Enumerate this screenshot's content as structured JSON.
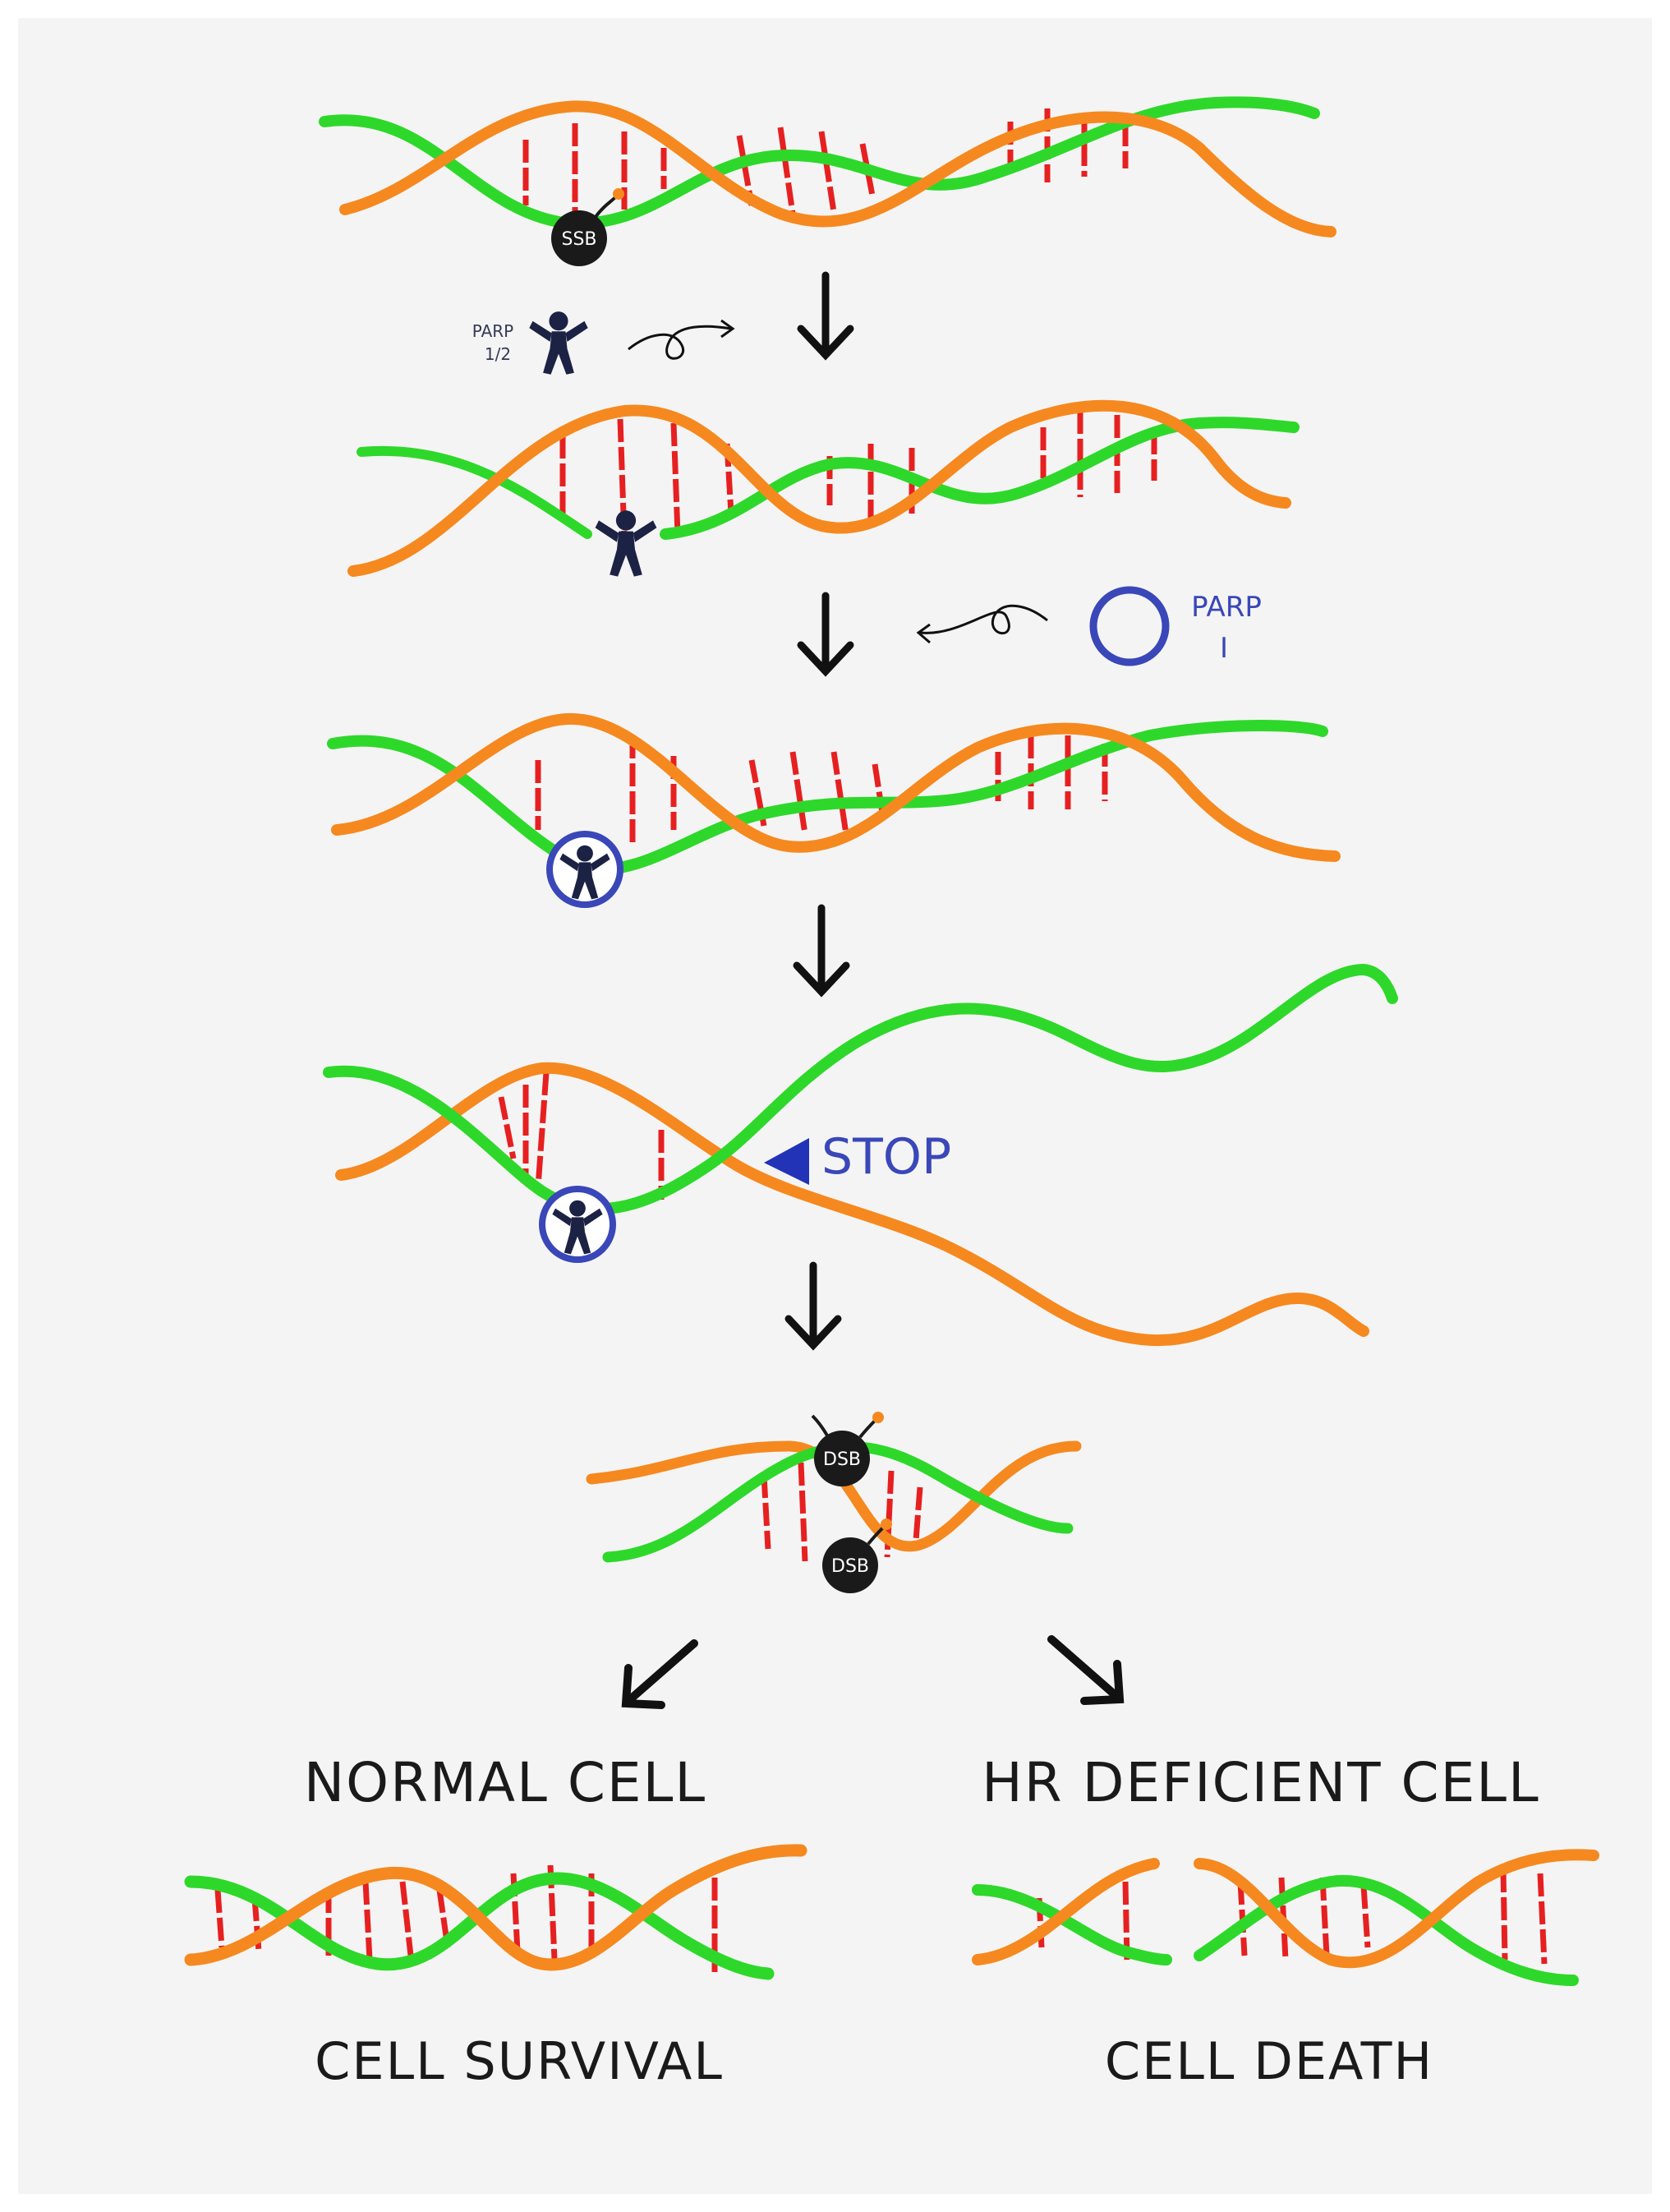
{
  "labels": {
    "ssb": "SSB",
    "parp12_top": "PARP",
    "parp12_bottom": "1/2",
    "parpi_top": "PARP",
    "parpi_bottom": "I",
    "stop": "STOP",
    "dsb_upper": "DSB",
    "dsb_lower": "DSB",
    "normal_cell": "NORMAL CELL",
    "hr_deficient_cell": "HR DEFICIENT CELL",
    "cell_survival": "CELL SURVIVAL",
    "cell_death": "CELL DEATH"
  },
  "colors": {
    "strand_orange": "#f5891f",
    "strand_green": "#2ed82a",
    "base_pair_red": "#e62020",
    "parp_inhibitor_blue": "#3a47b8",
    "protein_navy": "#1c2244",
    "bomb": "#1a1a1a",
    "arrow": "#111111"
  },
  "icons": [
    "bomb-icon",
    "person-icon",
    "circle-icon",
    "triangle-icon",
    "arrow-icon"
  ]
}
